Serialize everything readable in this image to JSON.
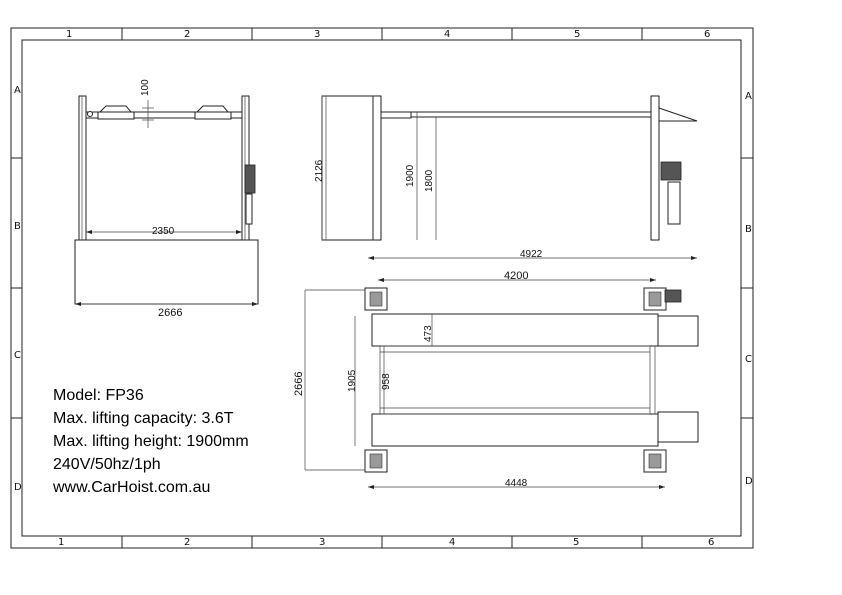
{
  "border": {
    "columns": [
      "1",
      "2",
      "3",
      "4",
      "5",
      "6"
    ],
    "rows": [
      "A",
      "B",
      "C",
      "D"
    ]
  },
  "front_view": {
    "dim_arm_gap": "100",
    "dim_inner_width": "2350",
    "dim_overall_width": "2666"
  },
  "side_view": {
    "dim_post_height": "2126",
    "dim_lift_height": "1900",
    "dim_runway_height": "1800"
  },
  "plan_view": {
    "dim_overall_length": "4922",
    "dim_post_spacing": "4200",
    "dim_base_length": "4448",
    "dim_overall_width": "2666",
    "dim_runway_span": "1905",
    "dim_inner_gap": "958",
    "dim_runway_width": "473"
  },
  "info": {
    "model": "Model: FP36",
    "capacity": "Max. lifting capacity: 3.6T",
    "height": "Max. lifting height: 1900mm",
    "power": "240V/50hz/1ph",
    "website": "www.CarHoist.com.au"
  }
}
